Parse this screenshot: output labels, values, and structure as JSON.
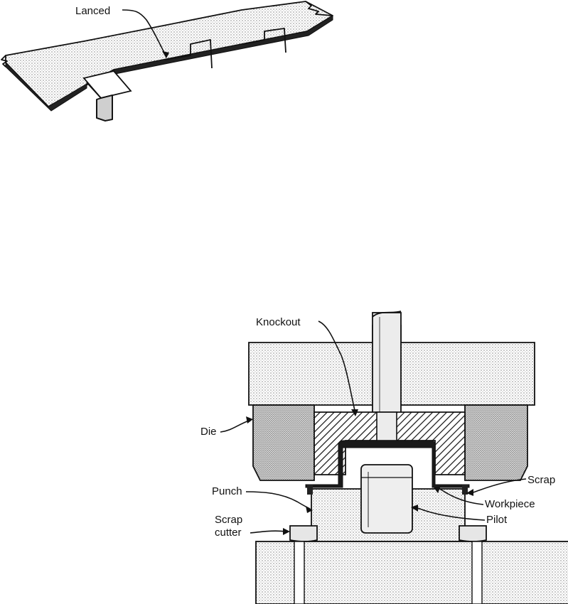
{
  "top_view": {
    "labels": {
      "lanced": "Lanced"
    }
  },
  "die_view": {
    "labels": {
      "knockout": "Knockout",
      "die": "Die",
      "punch": "Punch",
      "scrap": "Scrap",
      "workpiece": "Workpiece",
      "pilot": "Pilot",
      "scrap_cutter_line1": "Scrap",
      "scrap_cutter_line2": "cutter"
    }
  }
}
